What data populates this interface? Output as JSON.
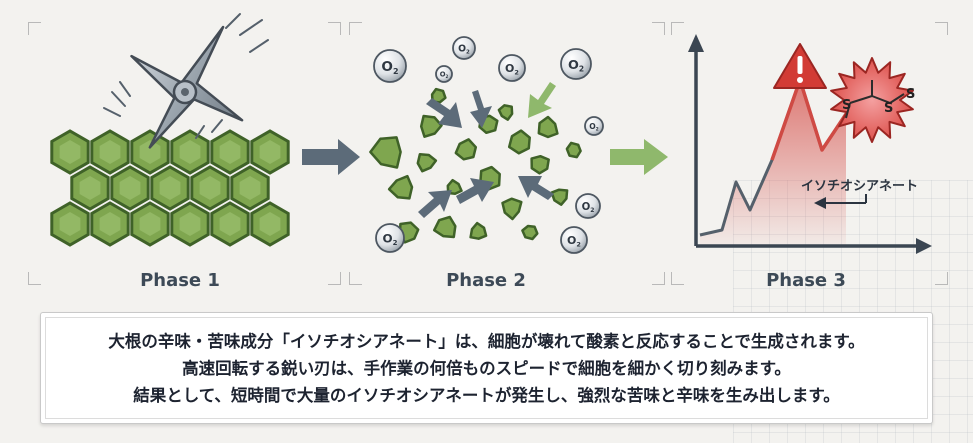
{
  "phases": [
    {
      "label": "Phase 1"
    },
    {
      "label": "Phase 2"
    },
    {
      "label": "Phase 3"
    }
  ],
  "molecule": {
    "atom": "S",
    "compound_label": "イソチオシアネート"
  },
  "oxygen_label": "O2",
  "colors": {
    "cell_fill": "#7fa64f",
    "cell_stroke": "#3f6228",
    "arrow_gray": "#5c6b79",
    "arrow_green": "#8fb86c",
    "alert_red": "#d23b35",
    "graph_red": "#cf4a44"
  },
  "caption": {
    "line1": "大根の辛味・苦味成分「イソチオシアネート」は、細胞が壊れて酸素と反応することで生成されます。",
    "line2": "高速回転する鋭い刃は、手作業の何倍ものスピードで細胞を細かく切り刻みます。",
    "line3": "結果として、短時間で大量のイソチオシアネートが発生し、強烈な苦味と辛味を生み出します。"
  }
}
